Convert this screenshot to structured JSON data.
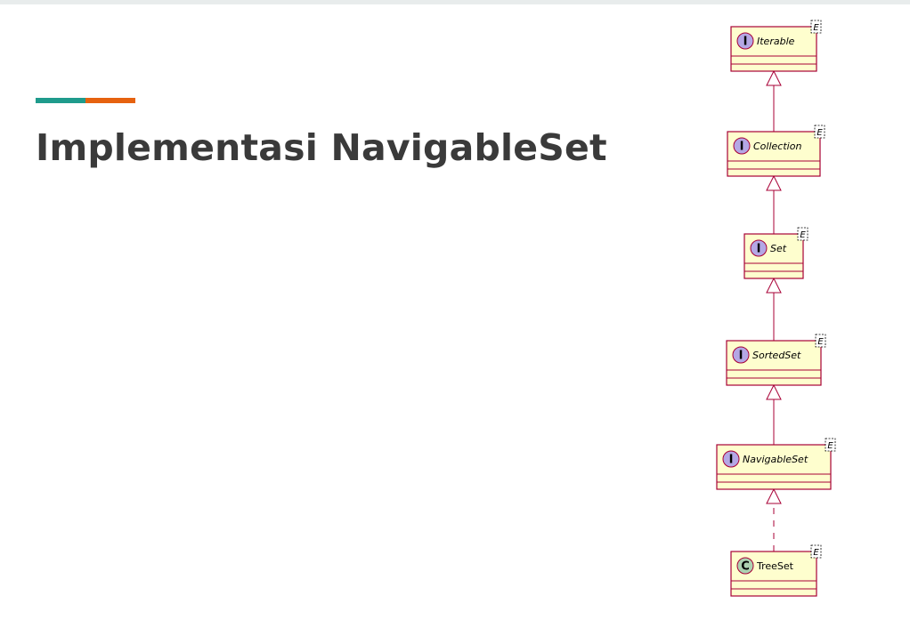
{
  "slide": {
    "title": "Implementasi NavigableSet"
  },
  "colors": {
    "accent_teal": "#1f9b8c",
    "accent_orange": "#e6620f",
    "box_fill": "#fefece",
    "box_border": "#a80036",
    "interface_badge": "#b4a7e5",
    "class_badge": "#add1b2"
  },
  "diagram": {
    "nodes": [
      {
        "id": "iterable",
        "name": "Iterable",
        "kind": "interface",
        "badge": "I",
        "type_param": "E"
      },
      {
        "id": "collection",
        "name": "Collection",
        "kind": "interface",
        "badge": "I",
        "type_param": "E"
      },
      {
        "id": "set",
        "name": "Set",
        "kind": "interface",
        "badge": "I",
        "type_param": "E"
      },
      {
        "id": "sortedset",
        "name": "SortedSet",
        "kind": "interface",
        "badge": "I",
        "type_param": "E"
      },
      {
        "id": "navigableset",
        "name": "NavigableSet",
        "kind": "interface",
        "badge": "I",
        "type_param": "E"
      },
      {
        "id": "treeset",
        "name": "TreeSet",
        "kind": "class",
        "badge": "C",
        "type_param": "E"
      }
    ],
    "edges": [
      {
        "from": "collection",
        "to": "iterable",
        "type": "extends"
      },
      {
        "from": "set",
        "to": "collection",
        "type": "extends"
      },
      {
        "from": "sortedset",
        "to": "set",
        "type": "extends"
      },
      {
        "from": "navigableset",
        "to": "sortedset",
        "type": "extends"
      },
      {
        "from": "treeset",
        "to": "navigableset",
        "type": "implements"
      }
    ]
  }
}
